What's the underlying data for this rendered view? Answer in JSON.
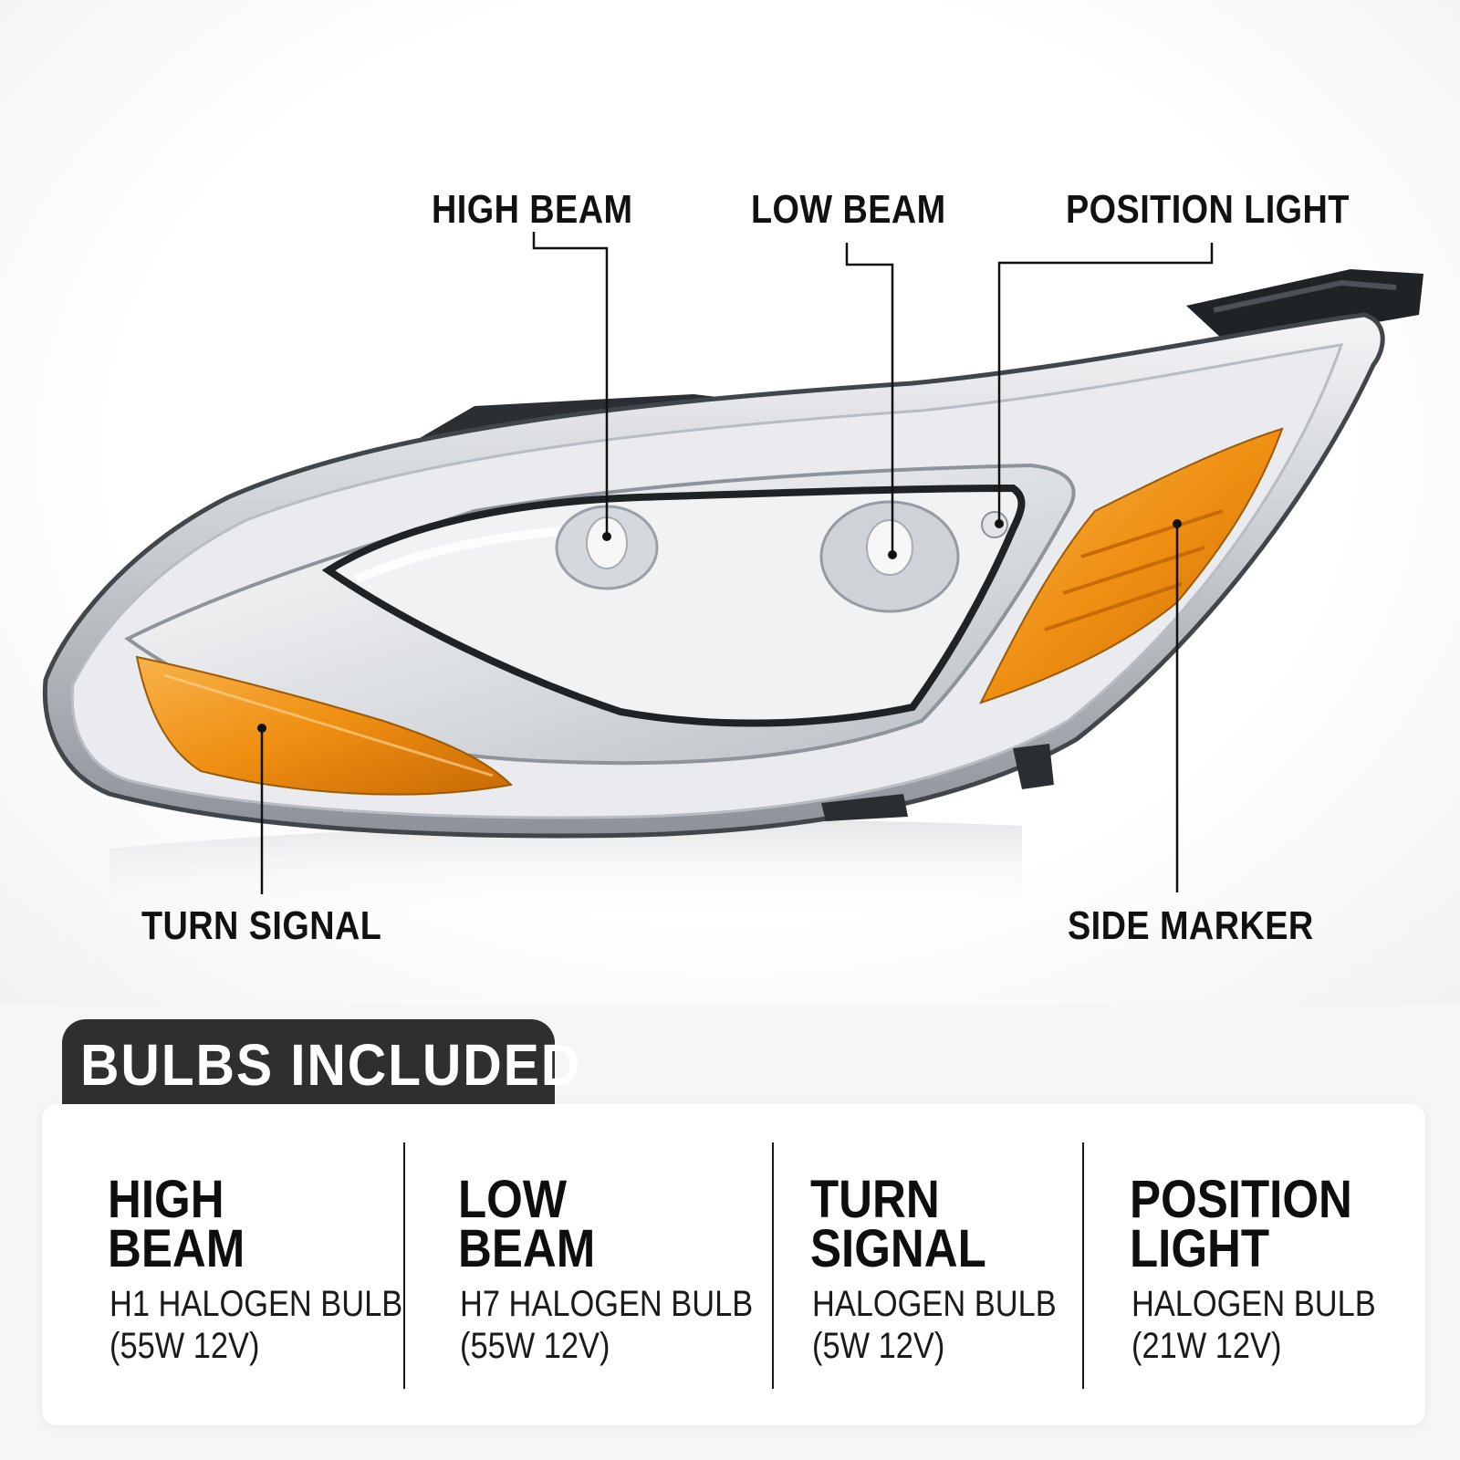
{
  "callouts": {
    "high_beam": "HIGH BEAM",
    "low_beam": "LOW BEAM",
    "position_light": "POSITION LIGHT",
    "turn_signal": "TURN SIGNAL",
    "side_marker": "SIDE MARKER"
  },
  "bulbs": {
    "title": "BULBS INCLUDED",
    "items": [
      {
        "name_line1": "HIGH",
        "name_line2": "BEAM",
        "spec_line1": "H1 HALOGEN BULB",
        "spec_line2": "(55W 12V)"
      },
      {
        "name_line1": "LOW",
        "name_line2": "BEAM",
        "spec_line1": "H7 HALOGEN BULB",
        "spec_line2": "(55W 12V)"
      },
      {
        "name_line1": "TURN",
        "name_line2": "SIGNAL",
        "spec_line1": "HALOGEN BULB",
        "spec_line2": "(5W 12V)"
      },
      {
        "name_line1": "POSITION",
        "name_line2": "LIGHT",
        "spec_line1": "HALOGEN BULB",
        "spec_line2": "(21W 12V)"
      }
    ]
  },
  "colors": {
    "amber": "#f39a1e",
    "chrome": "#c9cdd2",
    "tab_background": "#2f2f2f",
    "text": "#111111"
  }
}
